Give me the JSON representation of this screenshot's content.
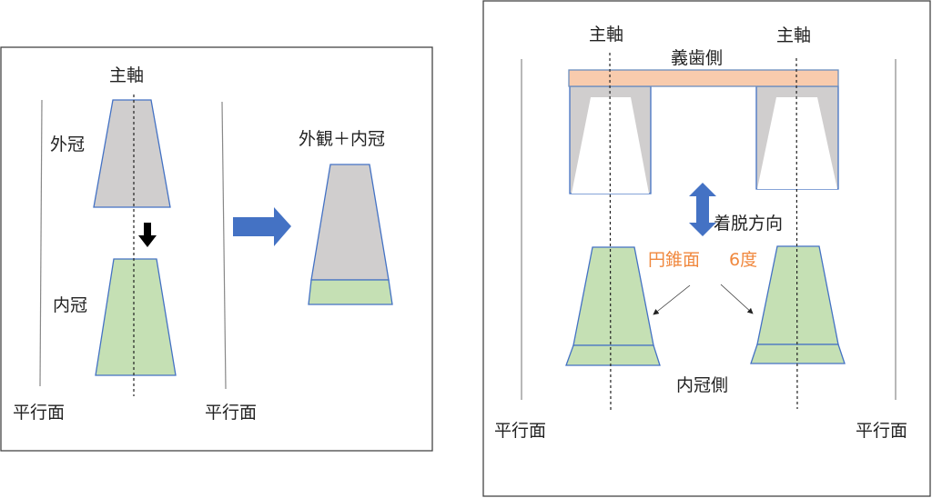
{
  "left_panel": {
    "main_axis_label": "主軸",
    "outer_crown_label": "外冠",
    "inner_crown_label": "内冠",
    "parallel_plane_left": "平行面",
    "parallel_plane_right": "平行面",
    "combined_label": "外観＋内冠"
  },
  "right_panel": {
    "main_axis_left": "主軸",
    "main_axis_right": "主軸",
    "denture_side_label": "義歯側",
    "insertion_direction_label": "着脱方向",
    "conical_surface_label": "円錐面",
    "angle_label": "6度",
    "inner_crown_side_label": "内冠側",
    "parallel_plane_left": "平行面",
    "parallel_plane_right": "平行面"
  },
  "colors": {
    "outer_crown": "#D0CECE",
    "inner_crown": "#C5E0B4",
    "denture_base": "#F8CBAD",
    "arrow": "#4472C4",
    "annotation": "#F0883E"
  }
}
